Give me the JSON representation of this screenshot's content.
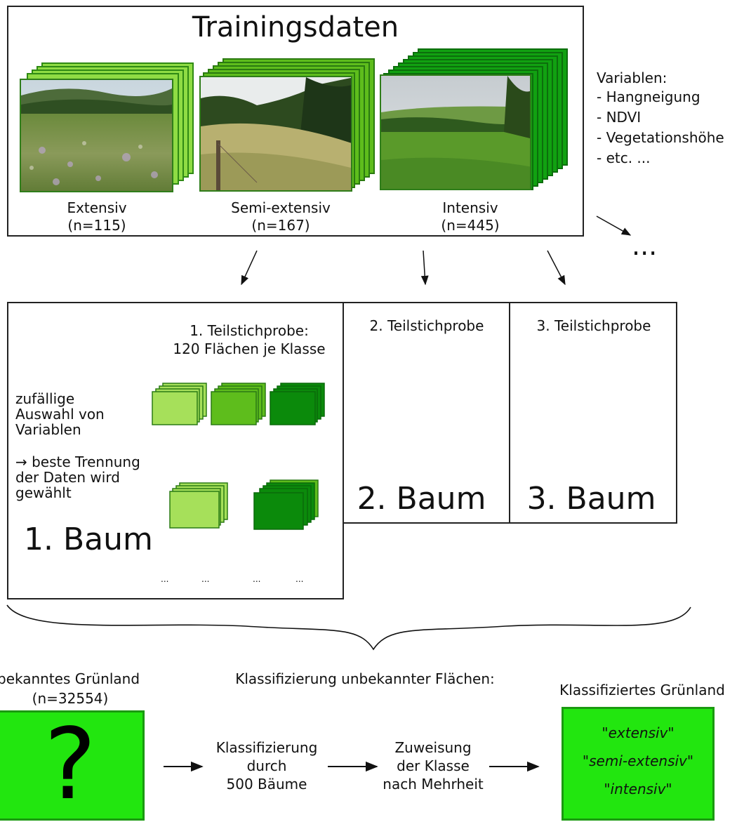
{
  "training": {
    "title": "Trainingsdaten",
    "classes": [
      {
        "name": "Extensiv",
        "count": "(n=115)"
      },
      {
        "name": "Semi-extensiv",
        "count": "(n=167)"
      },
      {
        "name": "Intensiv",
        "count": "(n=445)"
      }
    ],
    "variables_title": "Variablen:",
    "variables": [
      "- Hangneigung",
      "- NDVI",
      "- Vegetationshöhe",
      "- etc. ..."
    ],
    "more": "..."
  },
  "tree1": {
    "sample_line1": "1. Teilstichprobe:",
    "sample_line2": "120 Flächen je Klasse",
    "random_line1": "zufällige",
    "random_line2": "Auswahl von",
    "random_line3": "Variablen",
    "best_line1": "→ beste Trennung",
    "best_line2": "der Daten wird",
    "best_line3": "gewählt",
    "label": "1. Baum",
    "ellipsis": "..."
  },
  "tree2": {
    "sample": "2. Teilstichprobe",
    "label": "2. Baum"
  },
  "tree3": {
    "sample": "3. Teilstichprobe",
    "label": "3. Baum"
  },
  "classification": {
    "header": "Klassifizierung unbekannter Flächen:",
    "unknown_line1": "bekanntes Grünland",
    "unknown_line2": "(n=32554)",
    "unknown_symbol": "?",
    "step1_line1": "Klassifizierung",
    "step1_line2": "durch",
    "step1_line3": "500 Bäume",
    "step2_line1": "Zuweisung",
    "step2_line2": "der Klasse",
    "step2_line3": "nach Mehrheit",
    "result_title": "Klassifiziertes Grünland",
    "result1": "\"extensiv\"",
    "result2": "\"semi-extensiv\"",
    "result3": "\"intensiv\""
  },
  "colors": {
    "light_green": "#a6e05a",
    "mid_green": "#5ebd1c",
    "dark_green": "#0b8a0b",
    "bright_green": "#22e60f"
  }
}
